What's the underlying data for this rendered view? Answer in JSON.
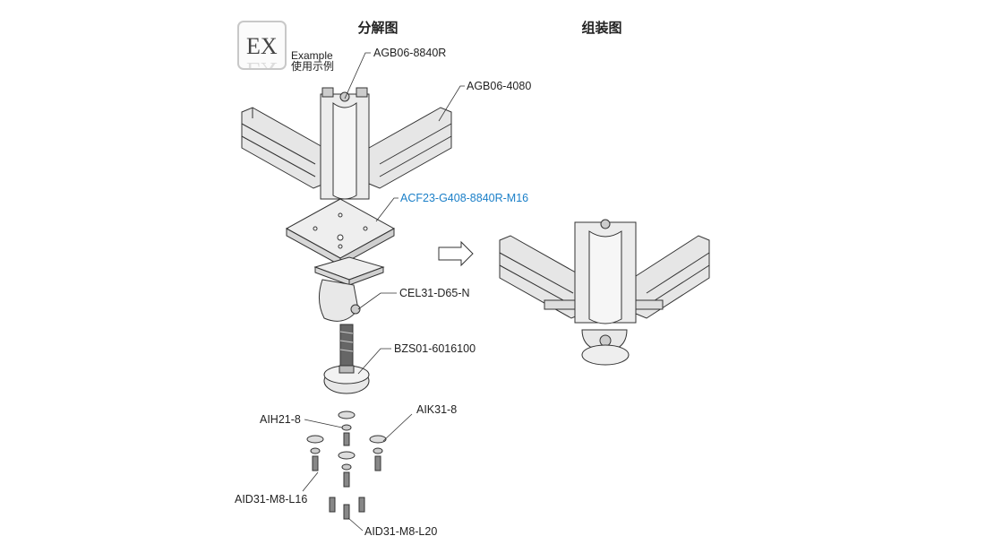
{
  "logo": {
    "text": "EX",
    "caption_en": "Example",
    "caption_zh": "使用示例"
  },
  "titles": {
    "exploded": "分解图",
    "assembled": "组装图"
  },
  "parts": [
    {
      "label": "AGB06-8840R"
    },
    {
      "label": "AGB06-4080"
    },
    {
      "label": "ACF23-G408-8840R-M16",
      "highlight": true
    },
    {
      "label": "CEL31-D65-N"
    },
    {
      "label": "BZS01-6016100"
    },
    {
      "label": "AIH21-8"
    },
    {
      "label": "AIK31-8"
    },
    {
      "label": "AID31-M8-L16"
    },
    {
      "label": "AID31-M8-L20"
    }
  ],
  "colors": {
    "highlight": "#1a7fc8",
    "line": "#333333",
    "part_fill": "#e6e6e6"
  }
}
